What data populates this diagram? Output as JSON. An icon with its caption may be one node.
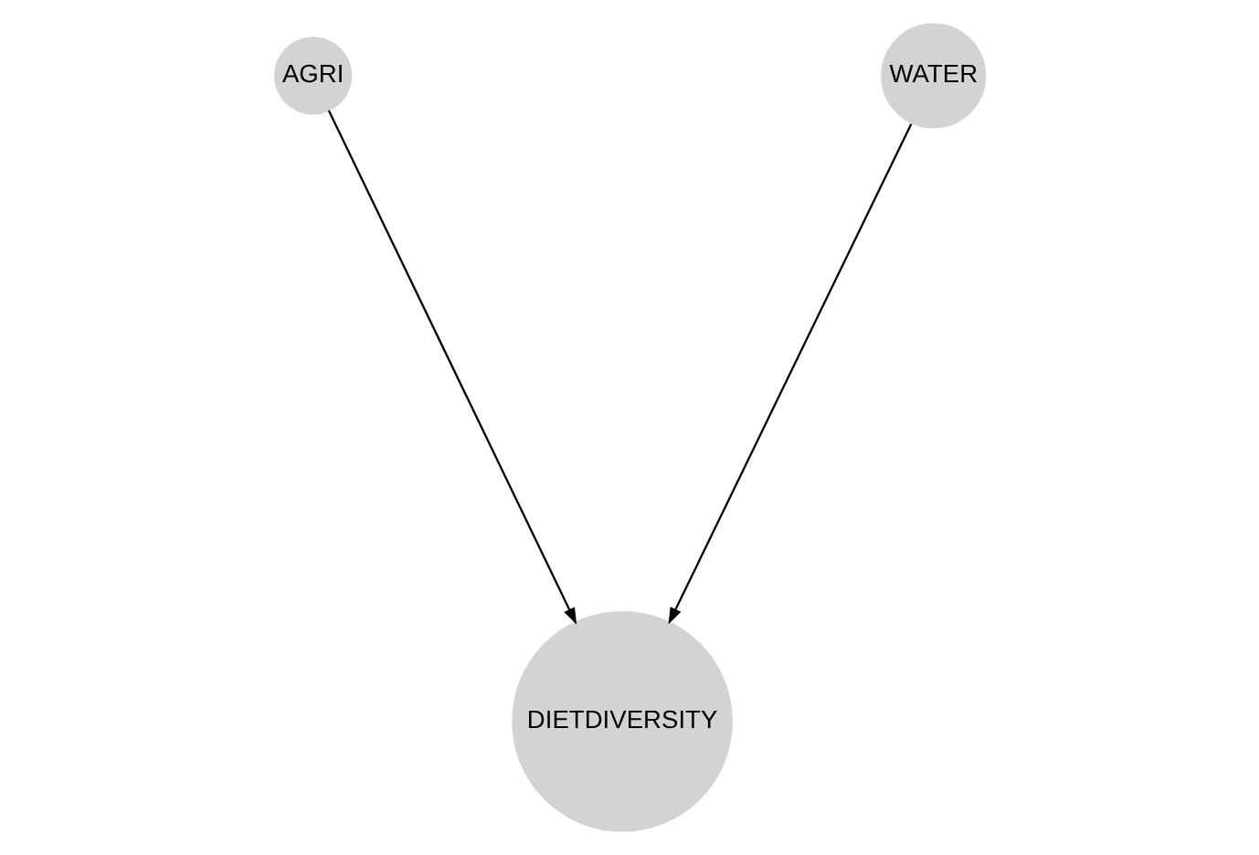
{
  "diagram": {
    "nodes": [
      {
        "text": [
          "AGRI"
        ]
      },
      {
        "text": [
          "WATER"
        ]
      },
      {
        "text": [
          "DIETDIVERSITY"
        ]
      }
    ],
    "edges": [
      {
        "from": 0,
        "to": 2,
        "arrow": "to"
      },
      {
        "from": 1,
        "to": 2,
        "arrow": "to"
      }
    ]
  }
}
